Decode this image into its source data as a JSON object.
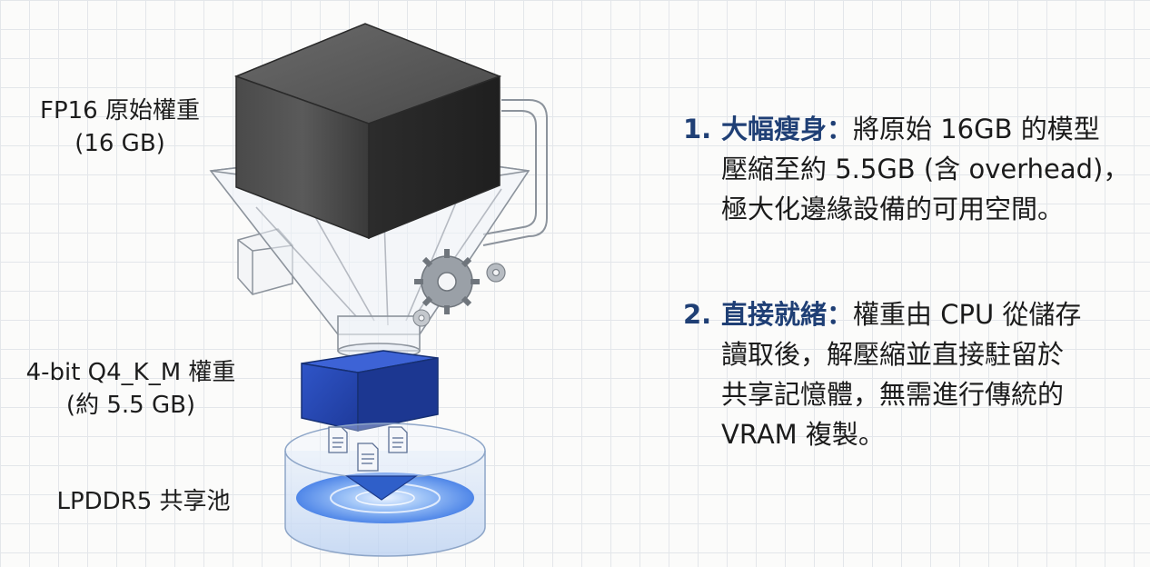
{
  "labels": {
    "fp16_line1": "FP16 原始權重",
    "fp16_line2": "(16 GB)",
    "q4_line1": "4-bit Q4_K_M 權重",
    "q4_line2": "(約 5.5 GB)",
    "pool": "LPDDR5 共享池"
  },
  "points": [
    {
      "number": "1.",
      "heading": "大幅瘦身：",
      "line1_rest": "將原始 16GB 的模型",
      "line2": "壓縮至約 5.5GB (含 overhead)，",
      "line3": "極大化邊緣設備的可用空間。"
    },
    {
      "number": "2.",
      "heading": "直接就緒：",
      "line1_rest": "權重由 CPU 從儲存",
      "line2": "讀取後，解壓縮並直接駐留於",
      "line3": "共享記憶體，無需進行傳統的",
      "line4": "VRAM 複製。"
    }
  ],
  "colors": {
    "accent": "#1f3f75",
    "block_blue": "#2748b8",
    "cube_dark": "#3b3b3b",
    "pool_blue": "#4f86e8"
  },
  "icons": [
    "gear-icon",
    "document-icon",
    "down-arrow-icon"
  ]
}
